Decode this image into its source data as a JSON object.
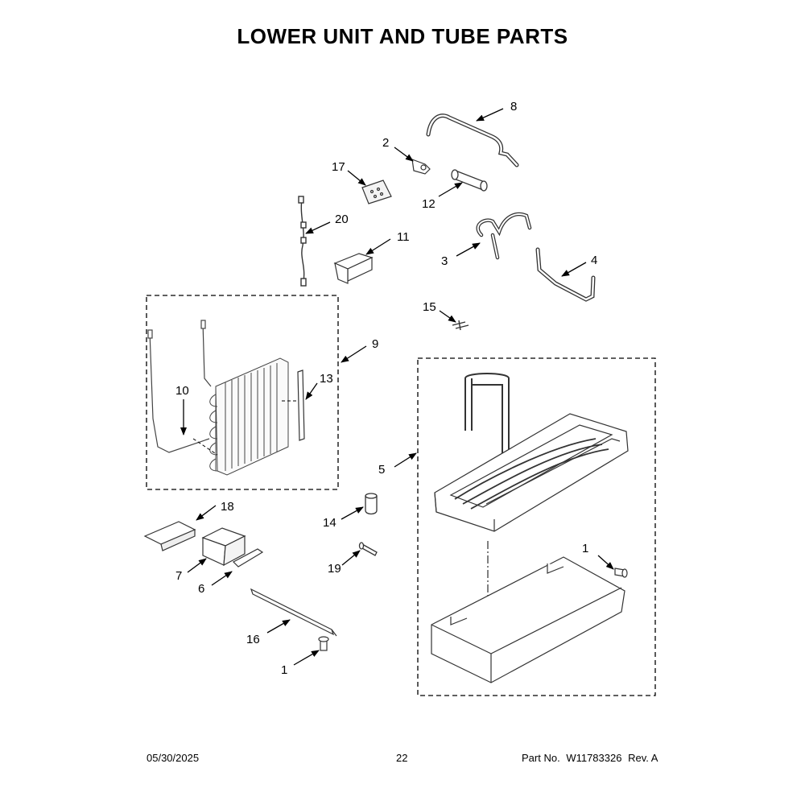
{
  "title": "LOWER UNIT AND TUBE PARTS",
  "callouts": {
    "c1a": "1",
    "c1b": "1",
    "c2": "2",
    "c3": "3",
    "c4": "4",
    "c5": "5",
    "c6": "6",
    "c7": "7",
    "c8": "8",
    "c9": "9",
    "c10": "10",
    "c11": "11",
    "c12": "12",
    "c13": "13",
    "c14": "14",
    "c15": "15",
    "c16": "16",
    "c17": "17",
    "c18": "18",
    "c19": "19",
    "c20": "20"
  },
  "footer": {
    "date": "05/30/2025",
    "page": "22",
    "part_label": "Part No.",
    "part_number": "W11783326",
    "rev": "Rev. A"
  }
}
